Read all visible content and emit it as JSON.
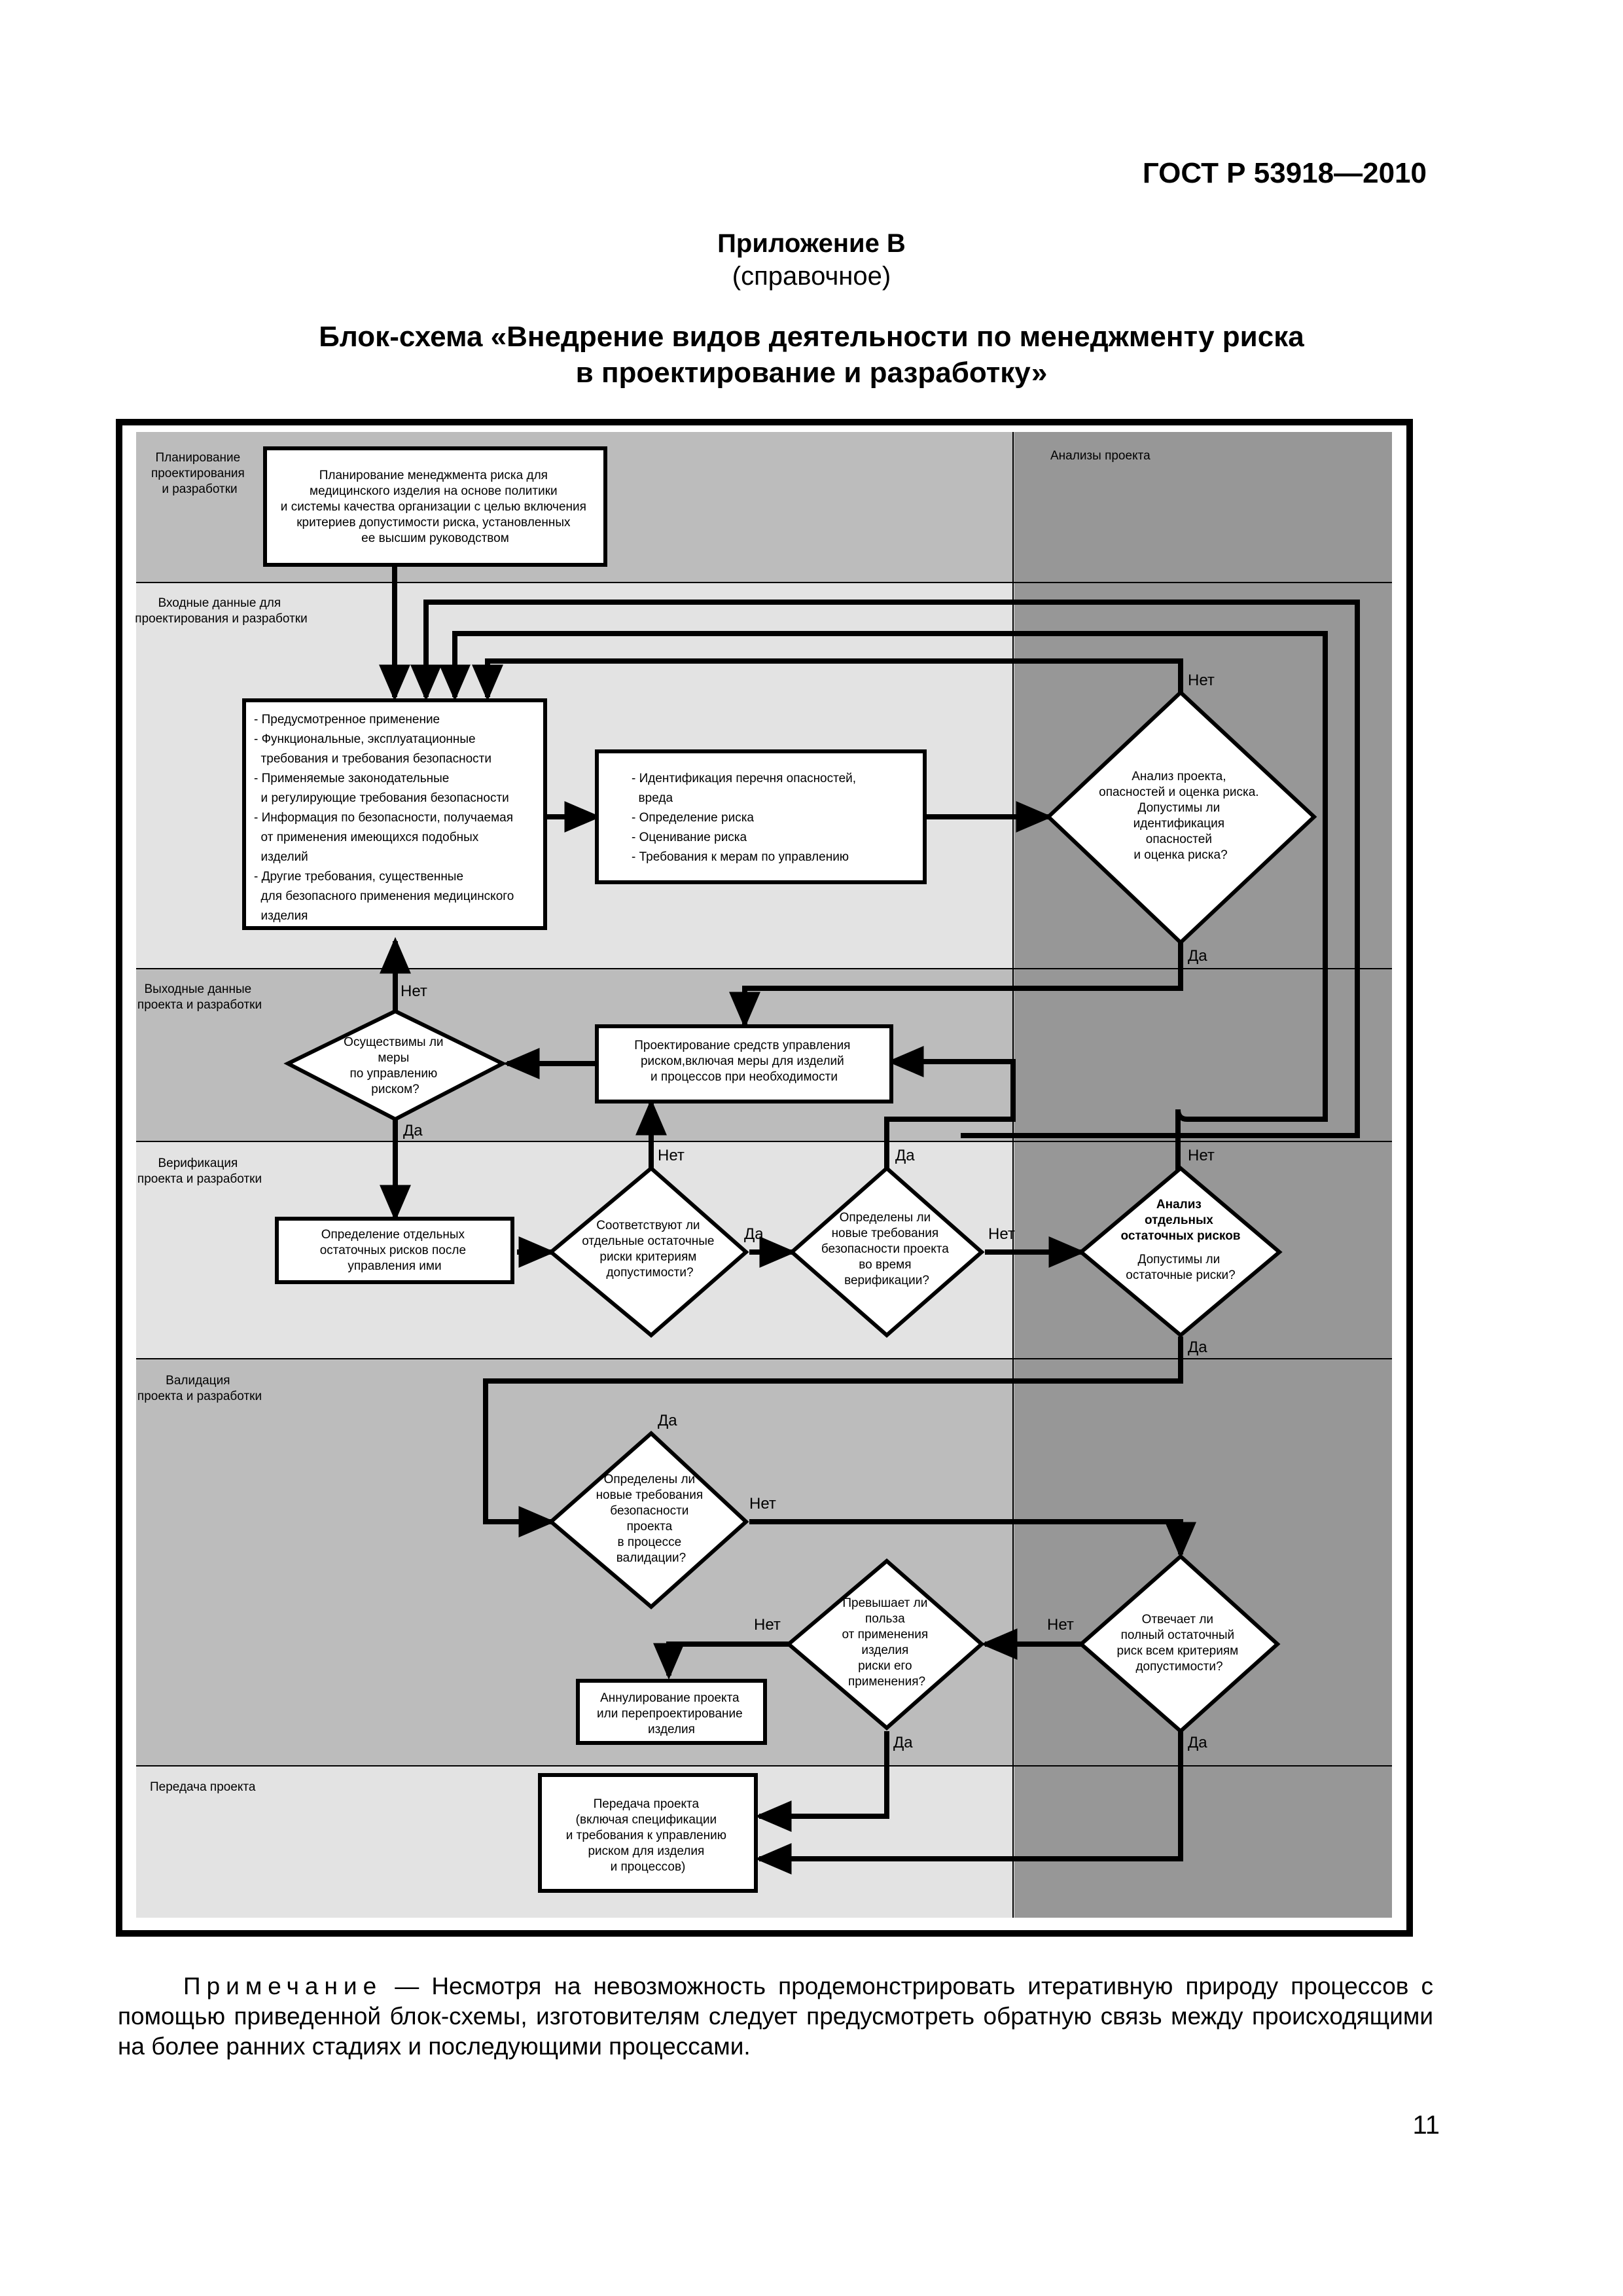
{
  "header": {
    "standard": "ГОСТ Р 53918—2010",
    "appendix_title": "Приложение В",
    "appendix_type": "(справочное)",
    "title_line1": "Блок-схема «Внедрение видов деятельности по менеджменту риска",
    "title_line2": "в проектирование и разработку»"
  },
  "lanes": {
    "planning": [
      "Планирование",
      "проектирования",
      "и разработки"
    ],
    "inputs": [
      "Входные данные для",
      "проектирования и разработки"
    ],
    "outputs": [
      "Выходные данные",
      "проекта и разработки"
    ],
    "verification": [
      "Верификация",
      "проекта и разработки"
    ],
    "validation": [
      "Валидация",
      "проекта и разработки"
    ],
    "transfer": [
      "Передача проекта"
    ],
    "reviews": [
      "Анализы проекта"
    ]
  },
  "nodes": {
    "planning_box": [
      "Планирование менеджмента риска для",
      "медицинского изделия на основе политики",
      "и системы качества организации с целью включения",
      "критериев допустимости риска, установленных",
      "ее высшим руководством"
    ],
    "inputs_box": [
      "- Предусмотренное применение",
      "- Функциональные, эксплуатационные",
      "  требования и требования безопасности",
      "- Применяемые законодательные",
      "  и регулирующие требования безопасности",
      "- Информация по безопасности, получаемая",
      "  от применения имеющихся подобных",
      "  изделий",
      "- Другие требования, существенные",
      "  для безопасного применения медицинского",
      "  изделия"
    ],
    "hazard_box": [
      "- Идентификация перечня опасностей,",
      "  вреда",
      "- Определение риска",
      "- Оценивание риска",
      "- Требования к мерам по управлению"
    ],
    "review_decision": [
      "Анализ проекта,",
      "опасностей и оценка риска.",
      "Допустимы ли",
      "идентификация",
      "опасностей",
      "и оценка риска?"
    ],
    "control_design_box": [
      "Проектирование средств управления",
      "риском,включая меры для изделий",
      "и процессов при необходимости"
    ],
    "feasible_decision": [
      "Осуществимы ли",
      "меры",
      "по управлению",
      "риском?"
    ],
    "residual_box": [
      "Определение отдельных",
      "остаточных рисков после",
      "управления ими"
    ],
    "meets_criteria_decision": [
      "Соответствуют ли",
      "отдельные остаточные",
      "риски критериям",
      "допустимости?"
    ],
    "new_req_verif_decision": [
      "Определены ли",
      "новые требования",
      "безопасности проекта",
      "во время",
      "верификации?"
    ],
    "residual_analysis_bold": [
      "Анализ",
      "отдельных",
      "остаточных рисков"
    ],
    "residual_analysis_text": [
      "Допустимы ли",
      "остаточные риски?"
    ],
    "new_req_valid_decision": [
      "Определены ли",
      "новые требования",
      "безопасности",
      "проекта",
      "в процессе",
      "валидации?"
    ],
    "benefit_decision": [
      "Превышает ли",
      "польза",
      "от применения",
      "изделия",
      "риски его",
      "применения?"
    ],
    "overall_decision": [
      "Отвечает ли",
      "полный остаточный",
      "риск всем критериям",
      "допустимости?"
    ],
    "cancel_box": [
      "Аннулирование проекта",
      "или перепроектирование",
      "изделия"
    ],
    "transfer_box": [
      "Передача проекта",
      "(включая спецификации",
      "и требования к управлению",
      "риском для изделия",
      "и процессов)"
    ]
  },
  "edge_labels": {
    "review_no": "Нет",
    "review_yes": "Да",
    "feasible_no": "Нет",
    "feasible_yes": "Да",
    "criteria_no": "Нет",
    "criteria_yes": "Да",
    "verif_yes": "Да",
    "verif_no": "Нет",
    "residual_no": "Нет",
    "residual_yes": "Да",
    "valid_yes": "Да",
    "valid_no": "Нет",
    "benefit_no": "Нет",
    "benefit_yes": "Да",
    "overall_no": "Нет",
    "overall_yes": "Да"
  },
  "note": {
    "head": "Примечание",
    "text": " — Несмотря на невозможность продемонстрировать итеративную природу процессов с помощью приведенной блок-схемы, изготовителям следует предусмотреть обратную связь между происходящими на более ранних стадиях и последующими процессами."
  },
  "page_number": "11",
  "colors": {
    "lane_dark": "#bcbcbc",
    "lane_light": "#e3e3e3",
    "reviews_column": "#979797",
    "line": "#000000"
  }
}
